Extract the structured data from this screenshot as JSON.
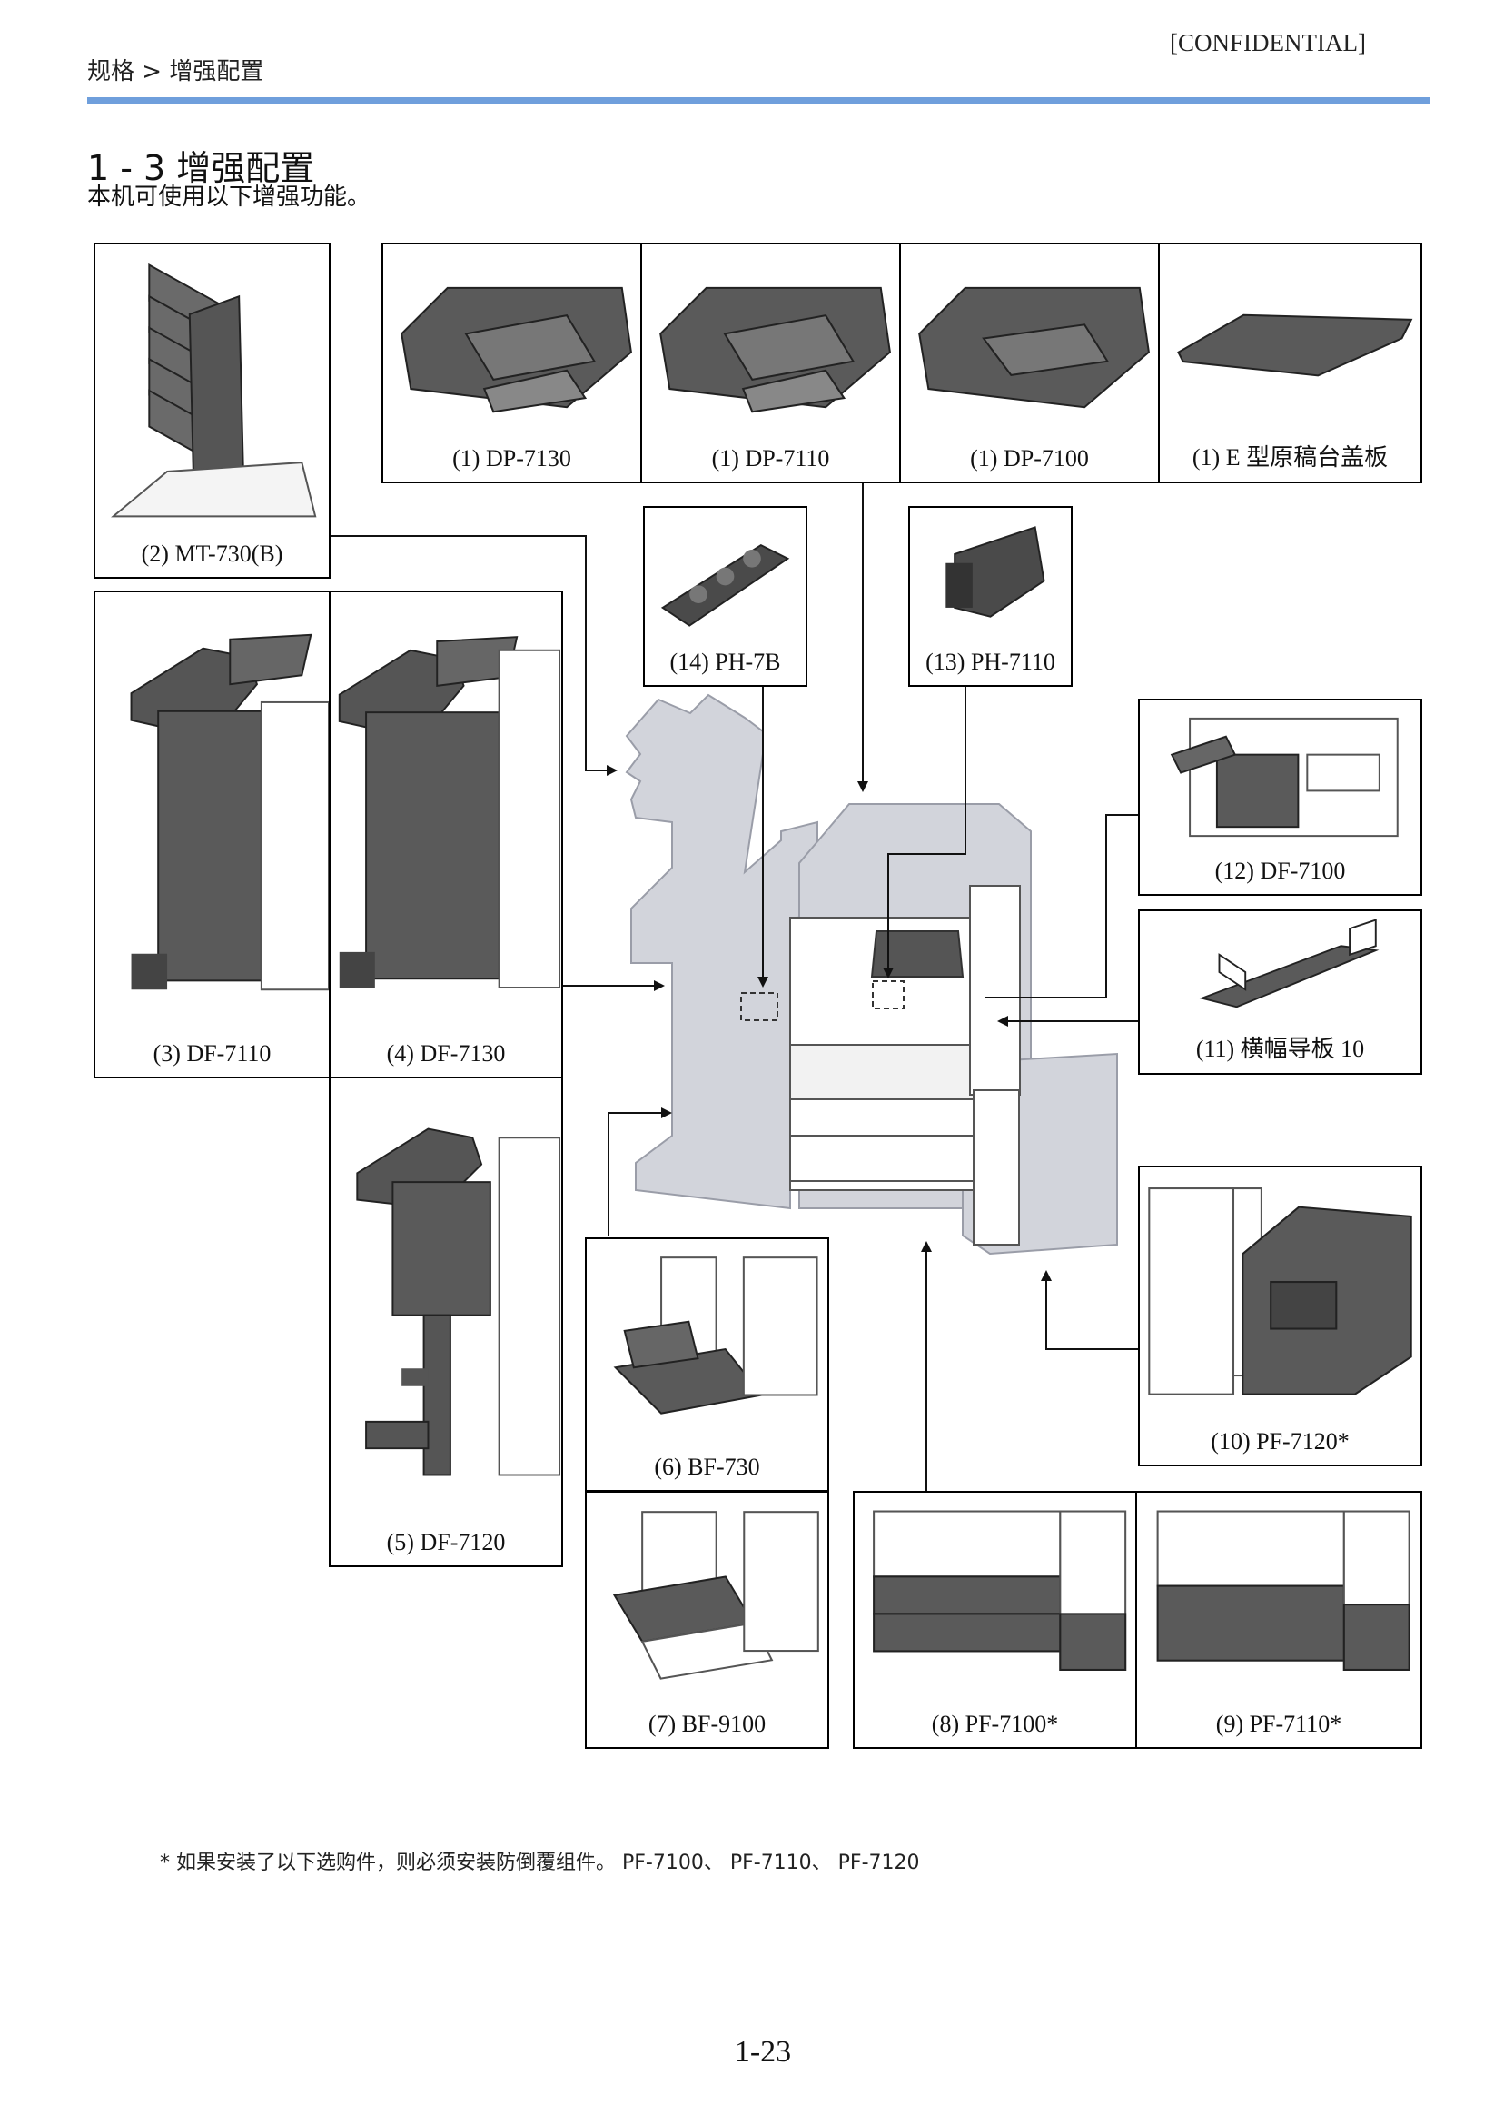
{
  "header": {
    "breadcrumb": "规格 > 增强配置",
    "confidential": "[CONFIDENTIAL]"
  },
  "section": {
    "title": "1 - 3 增强配置",
    "subtitle": "本机可使用以下增强功能。"
  },
  "options": {
    "dp7130": "(1) DP-7130",
    "dp7110": "(1) DP-7110",
    "dp7100": "(1) DP-7100",
    "platen_cover": "(1) E 型原稿台盖板",
    "mt730": "(2) MT-730(B)",
    "df7110": "(3) DF-7110",
    "df7130": "(4) DF-7130",
    "df7120": "(5) DF-7120",
    "bf730": "(6) BF-730",
    "bf9100": "(7) BF-9100",
    "pf7100": "(8) PF-7100*",
    "pf7110": "(9) PF-7110*",
    "pf7120": "(10) PF-7120*",
    "banner_guide": "(11) 横幅导板 10",
    "df7100": "(12) DF-7100",
    "ph7110": "(13) PH-7110",
    "ph7b": "(14) PH-7B"
  },
  "footnote": "* 如果安装了以下选购件，则必须安装防倒覆组件。 PF-7100、 PF-7110、 PF-7120",
  "page_number": "1-23",
  "colors": {
    "rule": "#6f9fdc",
    "machine_silhouette": "#d2d4db",
    "device_gray": "#5a5a5a"
  }
}
